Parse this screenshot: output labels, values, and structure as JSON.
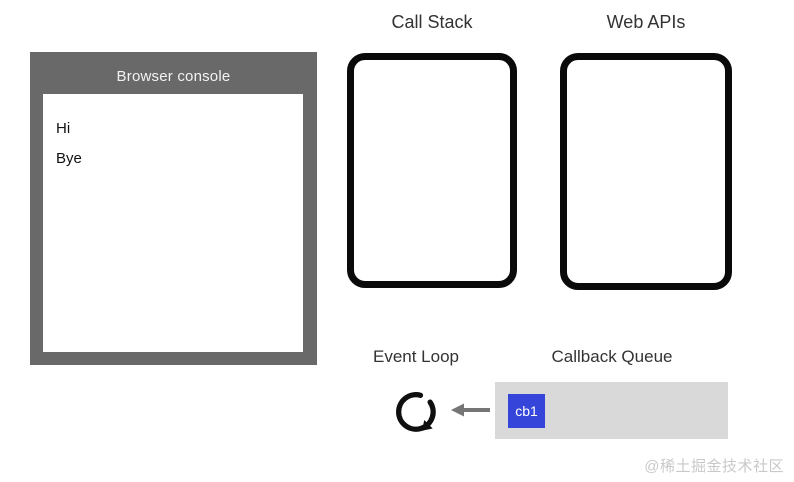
{
  "console": {
    "title": "Browser console",
    "logs": [
      "Hi",
      "Bye"
    ]
  },
  "call_stack": {
    "label": "Call Stack",
    "frames": []
  },
  "web_apis": {
    "label": "Web APIs",
    "tasks": []
  },
  "event_loop": {
    "label": "Event Loop",
    "icon": "loop-circular-arrow"
  },
  "callback_queue": {
    "label": "Callback Queue",
    "items": [
      {
        "label": "cb1",
        "color": "#3645d9"
      }
    ]
  },
  "flow_arrow": {
    "icon": "left-arrow",
    "direction": "queue-to-event-loop"
  },
  "watermark": "@稀土掘金技术社区",
  "colors": {
    "console_frame": "#696969",
    "console_title_text": "#f2f2f2",
    "box_border": "#0a0a0a",
    "queue_bar": "#d9d9d9",
    "queue_item_blue": "#3645d9",
    "arrow_gray": "#757575",
    "label_text": "#333333",
    "watermark_text": "#c9c9c9"
  }
}
